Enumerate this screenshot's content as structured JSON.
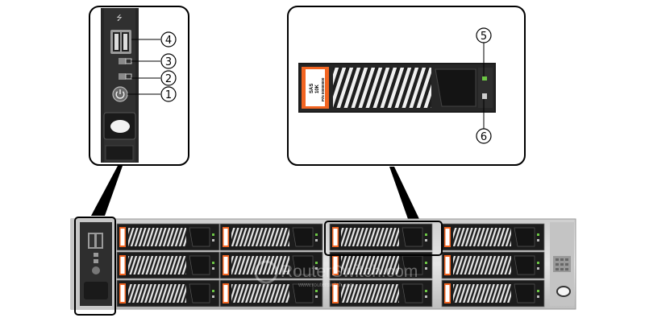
{
  "diagram": {
    "callouts": [
      "1",
      "2",
      "3",
      "4",
      "5",
      "6"
    ],
    "drive_label": {
      "type": "SAS",
      "speed": "10K",
      "pn": "P/N 00000000"
    },
    "usb_symbol": "⭍",
    "watermark": {
      "line1": "RouterSwitch.com",
      "line2": "www.routerswitch.com"
    },
    "colors": {
      "frame": "#000000",
      "bezel": "#2a2a2a",
      "drive_body": "#1c1c1c",
      "drive_tab": "#f26522",
      "status_led": "#6cc644",
      "chassis": "#d9d9d9"
    }
  }
}
